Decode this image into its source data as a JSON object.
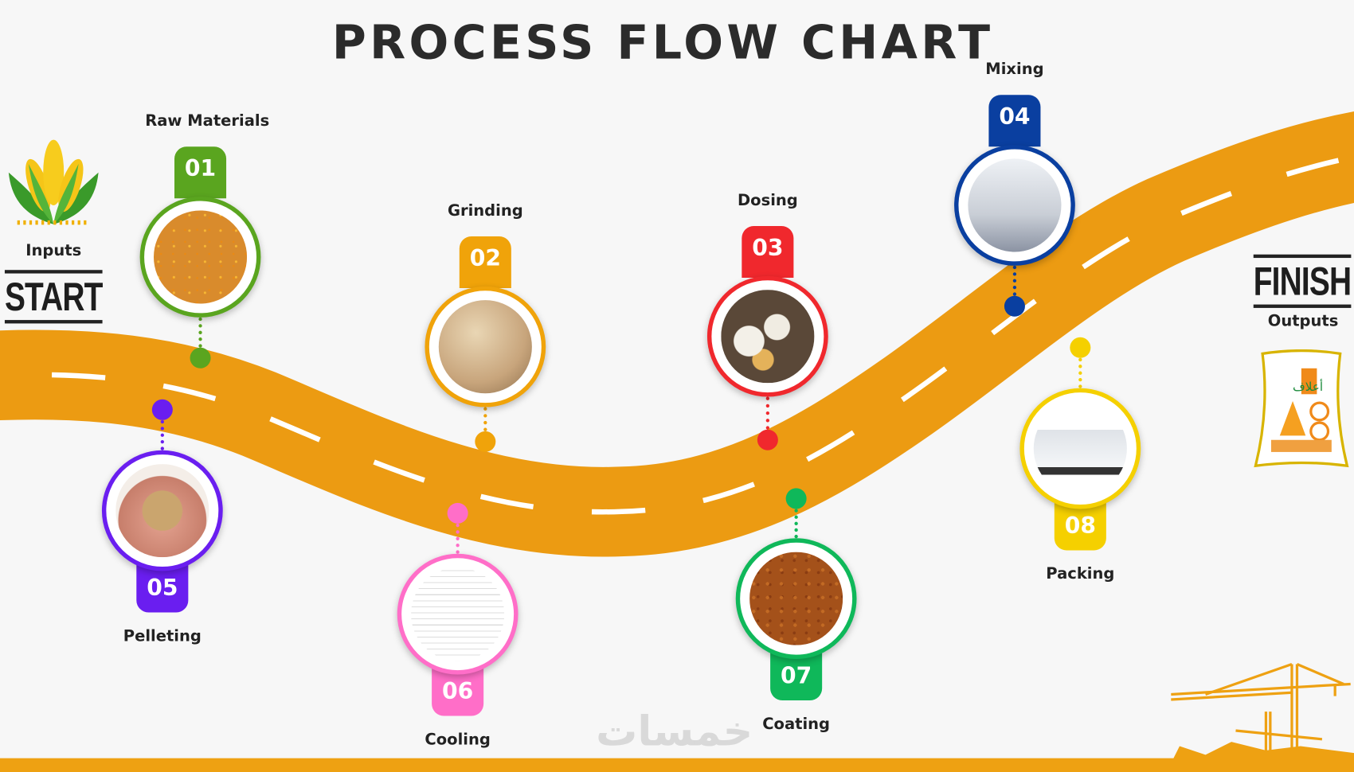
{
  "title": "PROCESS FLOW CHART",
  "start": {
    "label": "Inputs",
    "marker": "START",
    "icon": "corn-icon"
  },
  "finish": {
    "label": "Outputs",
    "marker": "FINISH",
    "icon": "feed-bag-icon"
  },
  "watermark": "خمسات",
  "colors": {
    "road": "#ec9b12",
    "background": "#f7f7f7"
  },
  "steps": [
    {
      "number": "01",
      "label": "Raw Materials",
      "color": "#5aa51f",
      "icon": "corn-kernels-icon"
    },
    {
      "number": "02",
      "label": "Grinding",
      "color": "#f0a30a",
      "icon": "flour-icon"
    },
    {
      "number": "03",
      "label": "Dosing",
      "color": "#f0282d",
      "icon": "feed-sacks-icon"
    },
    {
      "number": "04",
      "label": "Mixing",
      "color": "#0a3fa0",
      "icon": "mixer-machine-icon"
    },
    {
      "number": "05",
      "label": "Pelleting",
      "color": "#6a1ef0",
      "icon": "pellets-in-hands-icon"
    },
    {
      "number": "06",
      "label": "Cooling",
      "color": "#ff6ec8",
      "icon": "cooler-machine-icon"
    },
    {
      "number": "07",
      "label": "Coating",
      "color": "#0fb85a",
      "icon": "coated-pellets-icon"
    },
    {
      "number": "08",
      "label": "Packing",
      "color": "#f5d000",
      "icon": "truck-icon"
    }
  ]
}
